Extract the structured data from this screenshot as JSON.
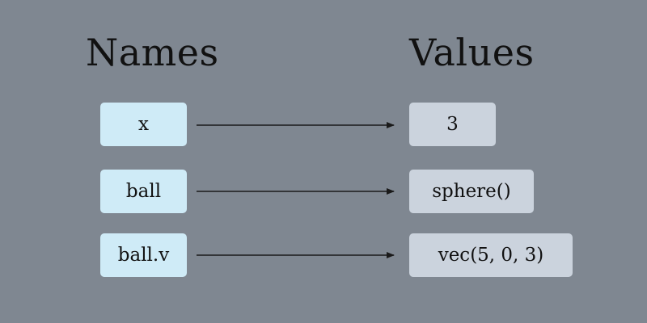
{
  "headings": {
    "names": "Names",
    "values": "Values"
  },
  "bindings": [
    {
      "name": "x",
      "value": "3"
    },
    {
      "name": "ball",
      "value": "sphere()"
    },
    {
      "name": "ball.v",
      "value": "vec(5, 0, 3)"
    }
  ],
  "colors": {
    "background": "#7f8791",
    "name_box": "#cfebf7",
    "value_box": "#cbd3dd",
    "arrow": "#1a1a1a"
  }
}
